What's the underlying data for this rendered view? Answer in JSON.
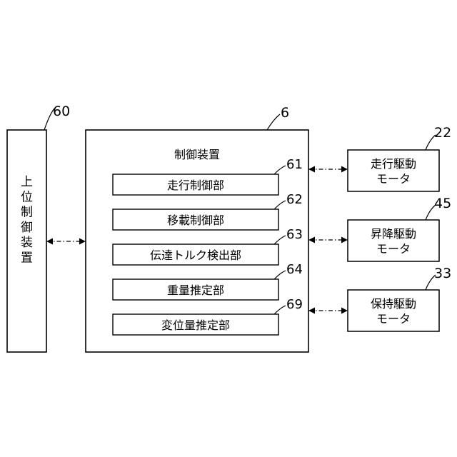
{
  "host_controller": {
    "ref": "60",
    "label": "上位制御装置"
  },
  "controller": {
    "ref": "6",
    "title": "制御装置",
    "units": [
      {
        "ref": "61",
        "label": "走行制御部"
      },
      {
        "ref": "62",
        "label": "移載制御部"
      },
      {
        "ref": "63",
        "label": "伝達トルク検出部"
      },
      {
        "ref": "64",
        "label": "重量推定部"
      },
      {
        "ref": "69",
        "label": "変位量推定部"
      }
    ]
  },
  "motors": [
    {
      "ref": "22",
      "line1": "走行駆動",
      "line2": "モータ"
    },
    {
      "ref": "45",
      "line1": "昇降駆動",
      "line2": "モータ"
    },
    {
      "ref": "33",
      "line1": "保持駆動",
      "line2": "モータ"
    }
  ]
}
